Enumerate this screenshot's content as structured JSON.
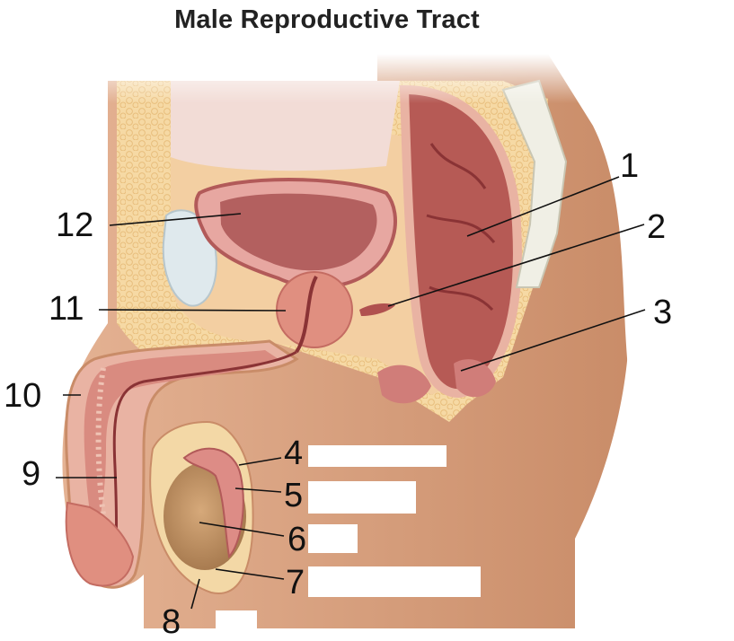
{
  "title": "Male Reproductive Tract",
  "labels": [
    "1",
    "2",
    "3",
    "4",
    "5",
    "6",
    "7",
    "8",
    "9",
    "10",
    "11",
    "12"
  ],
  "colors": {
    "skin": "#d9a383",
    "skin_shadow": "#b67955",
    "fat": "#f5d7a0",
    "tissue": "#e9b3a3",
    "muscle": "#b0514f",
    "muscle_dark": "#8a3335",
    "testis": "#c99a6c",
    "membrane": "#e5ecef"
  },
  "icons": [
    "pointer-lines"
  ]
}
